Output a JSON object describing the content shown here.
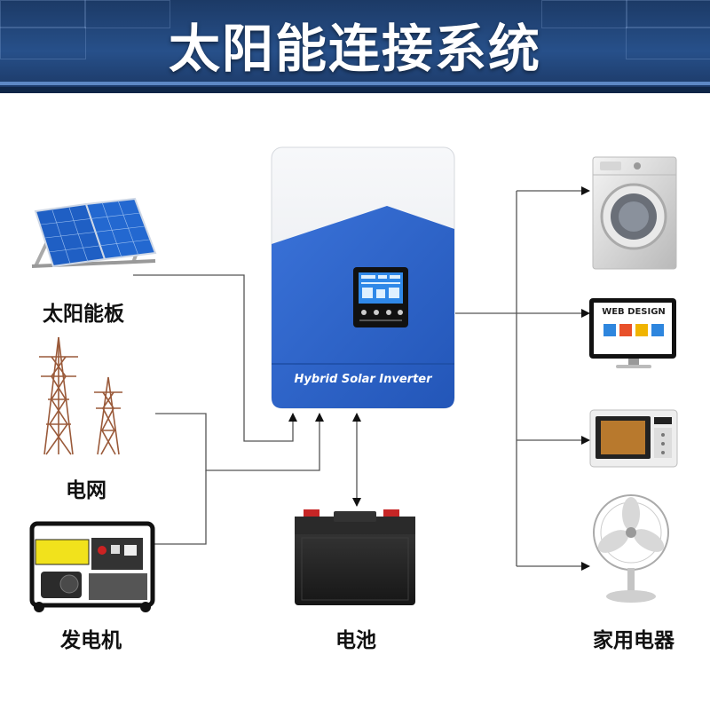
{
  "title": "太阳能连接系统",
  "inverter": {
    "label": "Hybrid Solar Inverter"
  },
  "sources": [
    {
      "label": "太阳能板"
    },
    {
      "label": "电网"
    },
    {
      "label": "发电机"
    }
  ],
  "battery": {
    "label": "电池"
  },
  "loads": {
    "label": "家用电器",
    "monitor_screen_text": "WEB DESIGN"
  },
  "colors": {
    "header": "#1c3a66",
    "inverter_blue": "#2f62c4",
    "line": "#444444"
  }
}
